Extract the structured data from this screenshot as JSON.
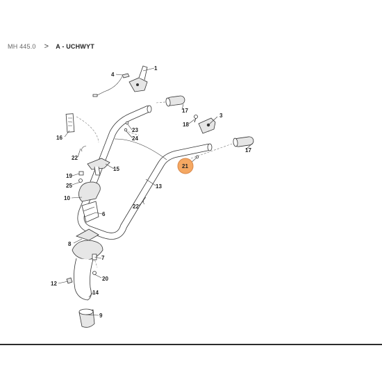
{
  "breadcrumb": {
    "model": "MH 445.0",
    "separator": ">",
    "section": "A - UCHWYT"
  },
  "highlight_color": "#f5a862",
  "callouts": {
    "c1": "1",
    "c3": "3",
    "c4": "4",
    "c6": "6",
    "c7": "7",
    "c8": "8",
    "c9": "9",
    "c10": "10",
    "c12": "12",
    "c13": "13",
    "c14": "14",
    "c15": "15",
    "c16": "16",
    "c17a": "17",
    "c17b": "17",
    "c18": "18",
    "c19": "19",
    "c20": "20",
    "c21": "21",
    "c22a": "22",
    "c22b": "22",
    "c23": "23",
    "c24": "24",
    "c25": "25"
  }
}
